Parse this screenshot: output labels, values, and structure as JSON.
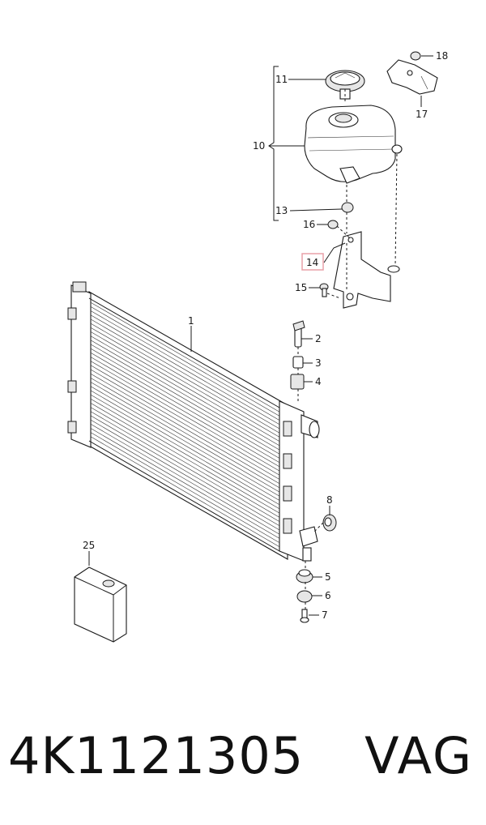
{
  "diagram": {
    "callouts": {
      "c1": "1",
      "c2": "2",
      "c3": "3",
      "c4": "4",
      "c5": "5",
      "c6": "6",
      "c7": "7",
      "c8": "8",
      "c10": "10",
      "c11": "11",
      "c13": "13",
      "c14": "14",
      "c15": "15",
      "c16": "16",
      "c17": "17",
      "c18": "18",
      "c25": "25"
    },
    "highlight_color": "#e8a0a8"
  },
  "caption": {
    "part_number": "4K1121305",
    "brand": "VAG"
  }
}
